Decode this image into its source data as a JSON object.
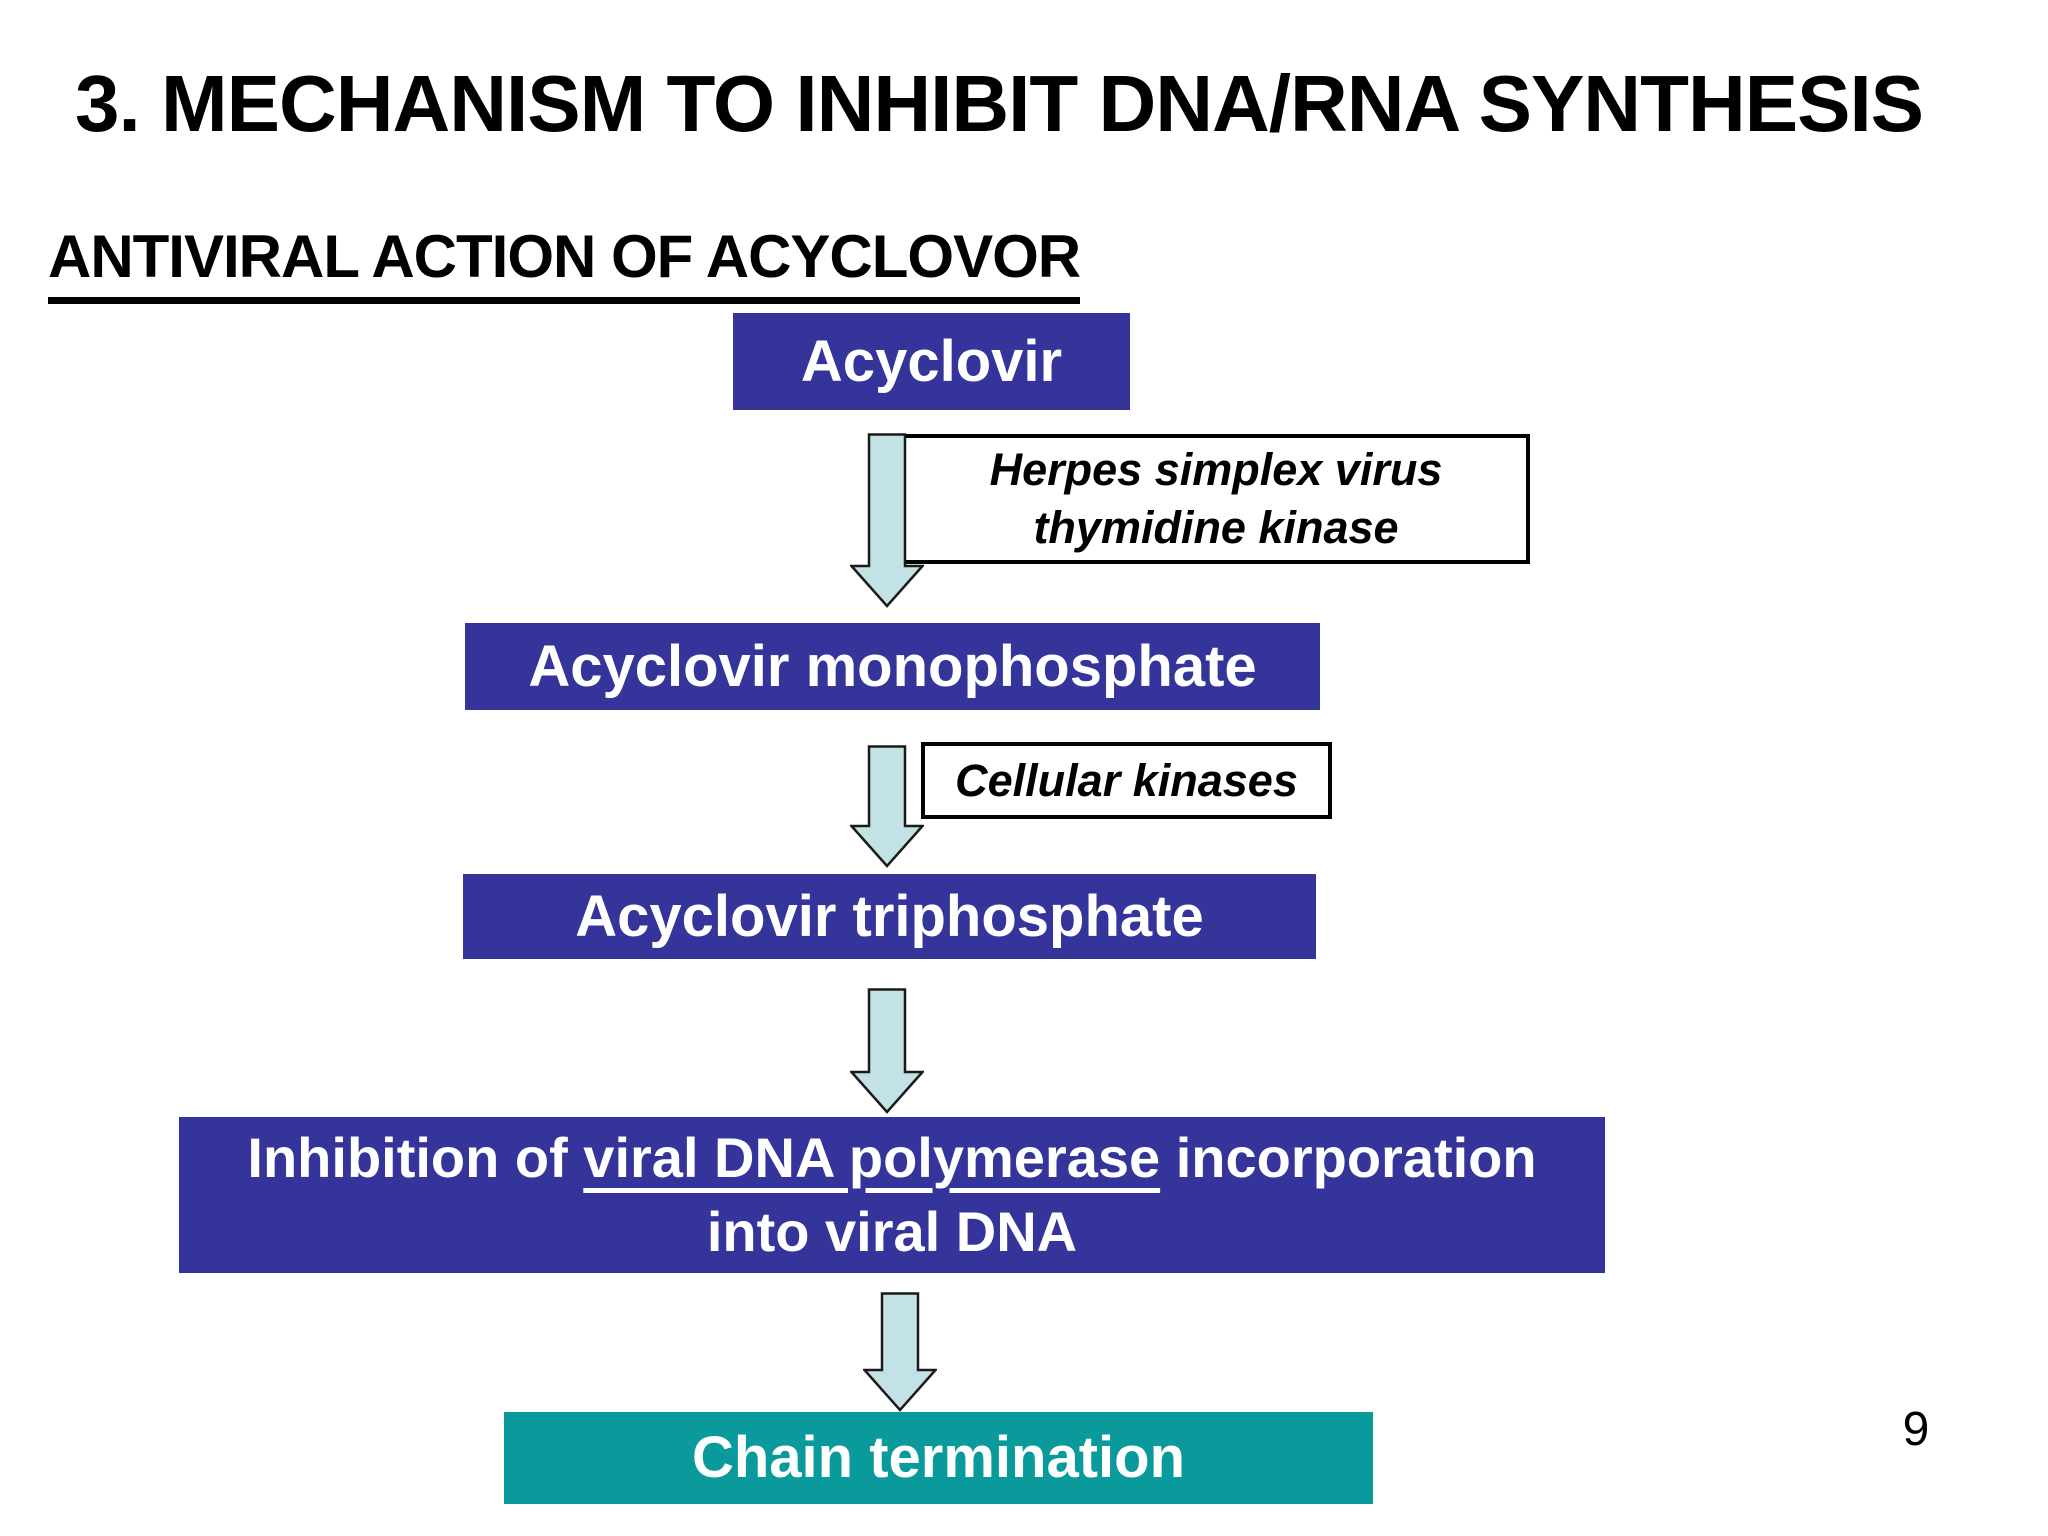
{
  "slide": {
    "title": "3. MECHANISM TO INHIBIT DNA/RNA SYNTHESIS",
    "subtitle": "ANTIVIRAL ACTION OF ACYCLOVOR",
    "page_number": "9"
  },
  "flow": {
    "nodes": {
      "acyclovir": {
        "label": "Acyclovir"
      },
      "monophosphate": {
        "label": "Acyclovir monophosphate"
      },
      "triphosphate": {
        "label": "Acyclovir triphosphate"
      },
      "inhibition": {
        "prefix": "Inhibition of ",
        "underlined": "viral DNA polymerase",
        "suffix": " incorporation",
        "line2": "into viral DNA"
      },
      "chain_termination": {
        "label": "Chain termination"
      }
    },
    "enzymes": {
      "hsv_tk": {
        "line1": "Herpes simplex virus",
        "line2": "thymidine kinase"
      },
      "cellular": {
        "label": "Cellular kinases"
      }
    }
  },
  "colors": {
    "node_blue": "#34349B",
    "node_teal": "#0A9A9B",
    "arrow_fill": "#C3E2E6",
    "arrow_stroke": "#1A1A1A",
    "label_border": "#000000",
    "node_text": "#FFFFFF",
    "text_black": "#000000",
    "background": "#FFFFFF"
  }
}
